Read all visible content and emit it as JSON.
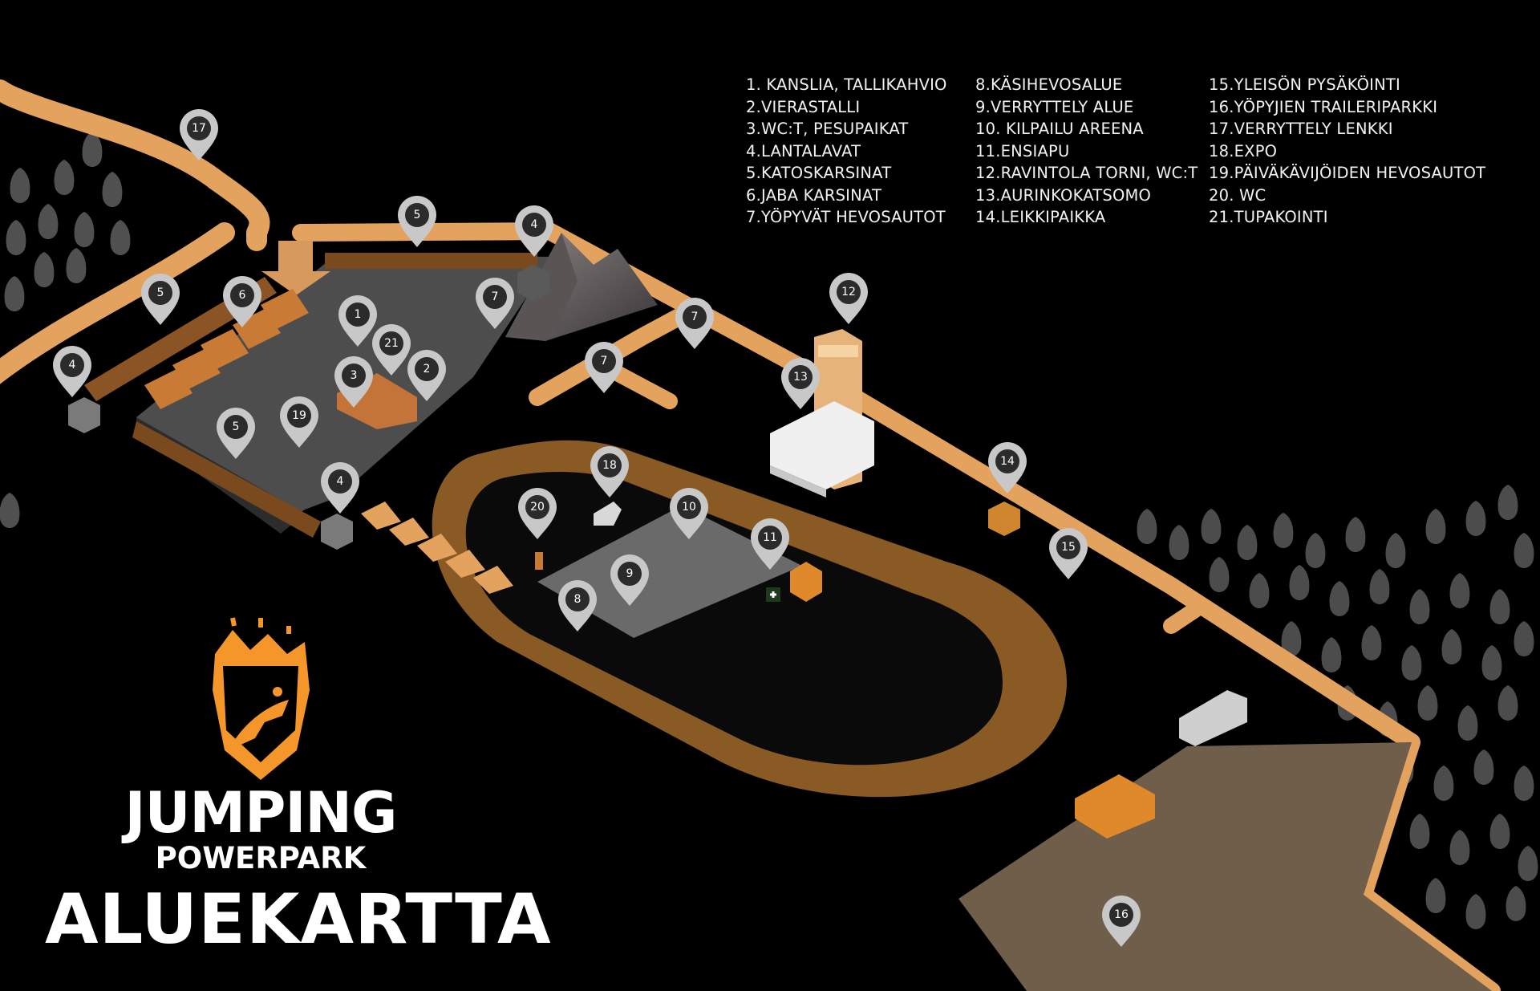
{
  "map": {
    "title": "ALUEKARTTA",
    "logo_name": "JUMPING",
    "logo_subname": "POWERPARK",
    "legend": [
      [
        "1. KANSLIA, TALLIKAHVIO",
        "2.VIERASTALLI",
        "3.WC:T,  PESUPAIKAT",
        "4.LANTALAVAT",
        "5.KATOSKARSINAT",
        "6.JABA KARSINAT",
        "7.YÖPYVÄT HEVOSAUTOT"
      ],
      [
        "8.KÄSIHEVOSALUE",
        "9.VERRYTTELY ALUE",
        "10. KILPAILU AREENA",
        "11.ENSIAPU",
        "12.RAVINTOLA TORNI, WC:T",
        "13.AURINKOKATSOMO",
        "14.LEIKKIPAIKKA"
      ],
      [
        "15.YLEISÖN PYSÄKÖINTI",
        "16.YÖPYJIEN TRAILERIPARKKI",
        "17.VERRYTTELY LENKKI",
        "18.EXPO",
        "19.PÄIVÄKÄVIJÖIDEN HEVOSAUTOT",
        "20. WC",
        "21.TUPAKOINTI"
      ]
    ],
    "markers": [
      "17",
      "5",
      "4",
      "5",
      "6",
      "1",
      "21",
      "7",
      "7",
      "7",
      "4",
      "3",
      "2",
      "12",
      "13",
      "5",
      "19",
      "4",
      "18",
      "20",
      "10",
      "11",
      "14",
      "15",
      "9",
      "8",
      "16"
    ],
    "colors": {
      "background": "#000000",
      "path": "#e3a25e",
      "gravel": "#4a4a4a",
      "track": "#7a5222",
      "pin": "#c8c8c8",
      "accent": "#f5962a"
    }
  }
}
